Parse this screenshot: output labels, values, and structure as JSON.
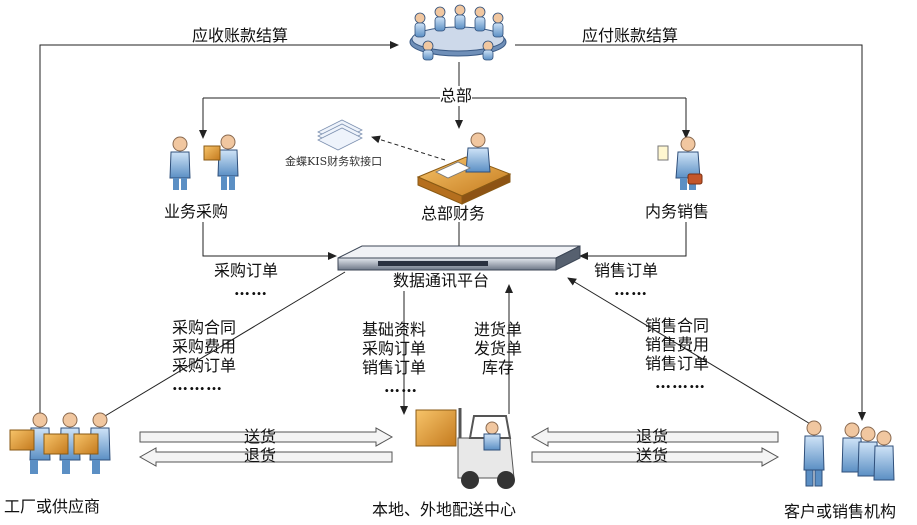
{
  "top": {
    "receivable": "应收账款结算",
    "payable": "应付账款结算",
    "headquarters": "总部"
  },
  "nodes": {
    "purchasing": "业务采购",
    "hq_finance": "总部财务",
    "internal_sales": "内务销售",
    "kis_interface": "金蝶KIS财务软接口",
    "platform": "数据通讯平台",
    "factory": "工厂或供应商",
    "distribution": "本地、外地配送中心",
    "customer": "客户或销售机构"
  },
  "middle": {
    "purchase_order": "采购订单",
    "purchase_dots": "……",
    "sales_order": "销售订单",
    "sales_dots": "……"
  },
  "lists": {
    "left": [
      "采购合同",
      "采购费用",
      "采购订单",
      "………"
    ],
    "center_left": [
      "基础资料",
      "采购订单",
      "销售订单",
      "……"
    ],
    "center_right": [
      "进货单",
      "发货单",
      "库存"
    ],
    "right": [
      "销售合同",
      "销售费用",
      "销售订单",
      "………"
    ]
  },
  "flows": {
    "left_deliver": "送货",
    "left_return": "退货",
    "right_return": "退货",
    "right_deliver": "送货"
  },
  "icons": [
    "meeting-icon",
    "document-stack-icon",
    "accountant-desk-icon",
    "buyer-person-icon",
    "sales-person-icon",
    "server-icon",
    "supplier-people-icon",
    "forklift-icon",
    "customer-people-icon"
  ]
}
